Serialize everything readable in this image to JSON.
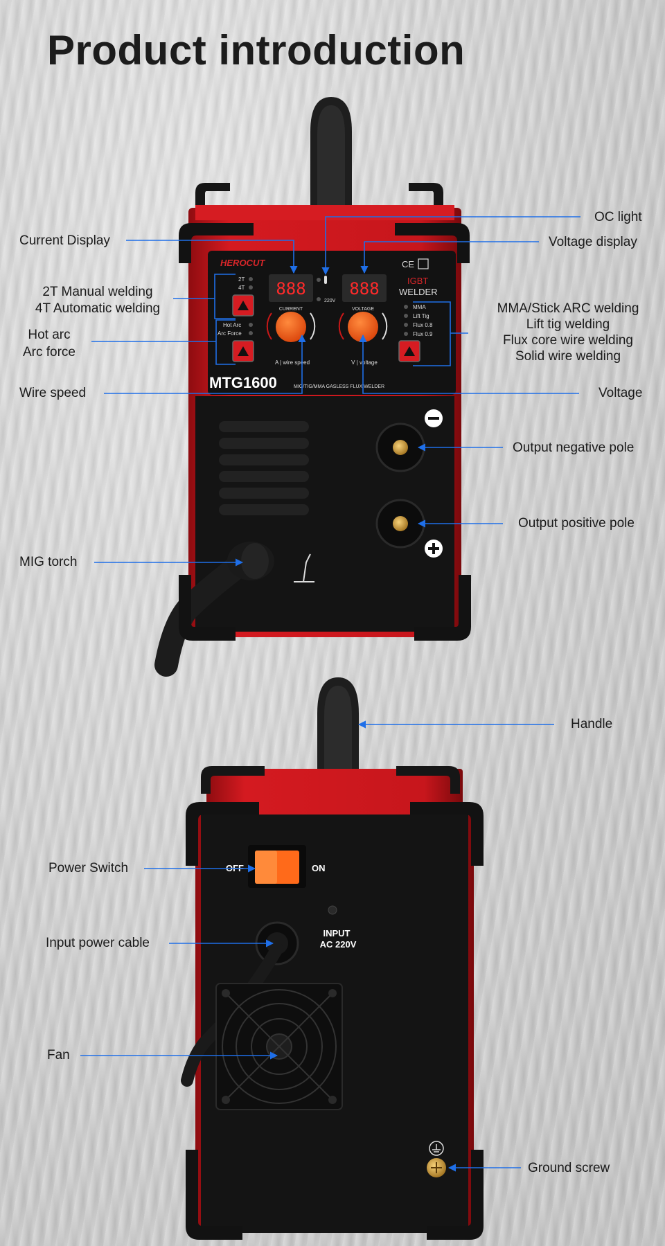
{
  "page": {
    "title": "Product introduction"
  },
  "front": {
    "brand": "HEROCUT",
    "ce_mark": "CE",
    "igbt": "IGBT",
    "welder": "WELDER",
    "model": "MTG1600",
    "subtitle": "MIG/TIG/MMA GASLESS FLUX WELDER",
    "current_knob_label": "CURRENT",
    "voltage_knob_label": "VOLTAGE",
    "current_scale": "A | wire speed",
    "voltage_scale": "V | voltage",
    "display_left": "888",
    "display_right": "888",
    "indicator_220v": "220V",
    "mode_2t": "2T",
    "mode_4t": "4T",
    "hot_arc_led": "Hot Arc",
    "arc_force_led": "Arc Force",
    "process_modes": [
      "MMA",
      "Lift Tig",
      "Flux 0.8",
      "Flux 0.9"
    ]
  },
  "rear": {
    "switch_off": "OFF",
    "switch_on": "ON",
    "input_label": "INPUT",
    "input_voltage": "AC 220V"
  },
  "callouts": {
    "oc_light": "OC light",
    "current_display": "Current Display",
    "voltage_display": "Voltage display",
    "manual_2t": "2T Manual welding",
    "auto_4t": "4T Automatic welding",
    "hot_arc": "Hot arc",
    "arc_force": "Arc force",
    "mma_stick": "MMA/Stick ARC welding",
    "lift_tig": "Lift tig welding",
    "flux_core": "Flux core wire welding",
    "solid_wire": "Solid wire welding",
    "wire_speed": "Wire speed",
    "voltage": "Voltage",
    "output_negative": "Output negative pole",
    "output_positive": "Output positive pole",
    "mig_torch": "MIG torch",
    "handle": "Handle",
    "power_switch": "Power Switch",
    "input_power_cable": "Input power cable",
    "fan": "Fan",
    "ground_screw": "Ground screw"
  },
  "colors": {
    "callout_line": "#1f6fe8",
    "body_red": "#c8161d",
    "panel_black": "#141414",
    "knob_orange": "#f05a12",
    "display_red": "#ff2a2a",
    "switch_orange": "#ff6a1a"
  }
}
